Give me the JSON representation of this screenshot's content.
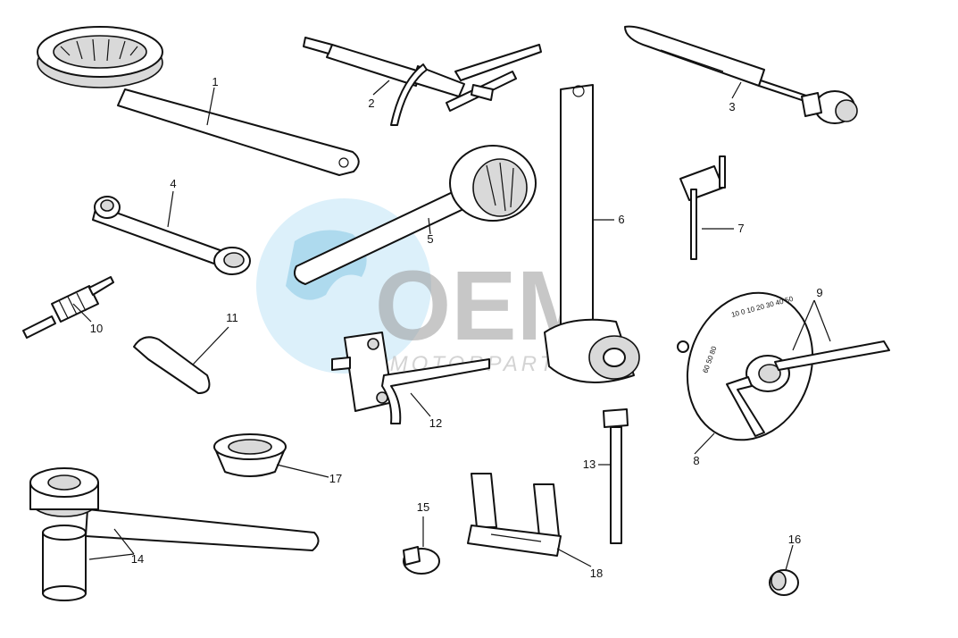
{
  "watermark": {
    "brand": "OEM",
    "tagline": "MOTORPARTS"
  },
  "callouts": {
    "c1": "1",
    "c2": "2",
    "c3": "3",
    "c4": "4",
    "c5": "5",
    "c6": "6",
    "c7": "7",
    "c8": "8",
    "c9": "9",
    "c10": "10",
    "c11": "11",
    "c12": "12",
    "c13": "13",
    "c14": "14",
    "c15": "15",
    "c16": "16",
    "c17": "17",
    "c18": "18"
  },
  "dial_scale": {
    "upper": "10 0 10 20 30 40 50",
    "left": "60 50 80"
  }
}
